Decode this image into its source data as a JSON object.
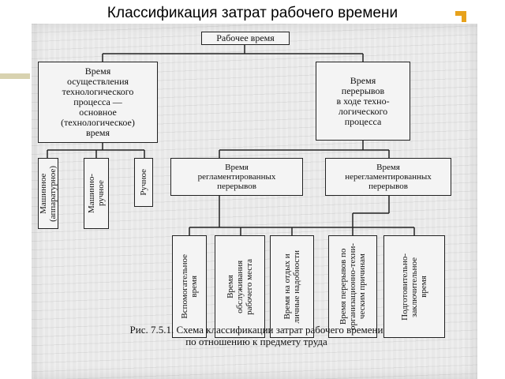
{
  "slide": {
    "title": "Классификация затрат рабочего времени"
  },
  "diagram": {
    "root": "Рабочее время",
    "operational_time": "Время\nосуществления\nтехнологического\nпроцесса —\nосновное\n(технологическое)\nвремя",
    "breaks_time": "Время\nперерывов\nв ходе техно-\nлогического\nпроцесса",
    "machine": "Машинное\n(аппаратурное)",
    "machine_manual": "Машинно-\nручное",
    "manual": "Ручное",
    "regulated_breaks": "Время\nрегламентированных\nперерывов",
    "unregulated_breaks": "Время\nнерегламентированных\nперерывов",
    "auxiliary": "Вспомогательное\nвремя",
    "workplace_service": "Время\nобслуживания\nрабочего места",
    "rest_needs": "Время на отдых и\nличные надобности",
    "org_tech_breaks": "Время перерывов по\nорганизационно-техни-\nческим причинам",
    "prep_final": "Подготовительно-\nзаключительное\nвремя",
    "caption": "Рис. 7.5.1. Схема классификации затрат рабочего времени\nпо отношению к предмету труда"
  },
  "colors": {
    "accent": "#e7a21c",
    "left_bar": "#d8d2b0",
    "scan_bg": "#e8e8e8",
    "line": "#222222"
  }
}
